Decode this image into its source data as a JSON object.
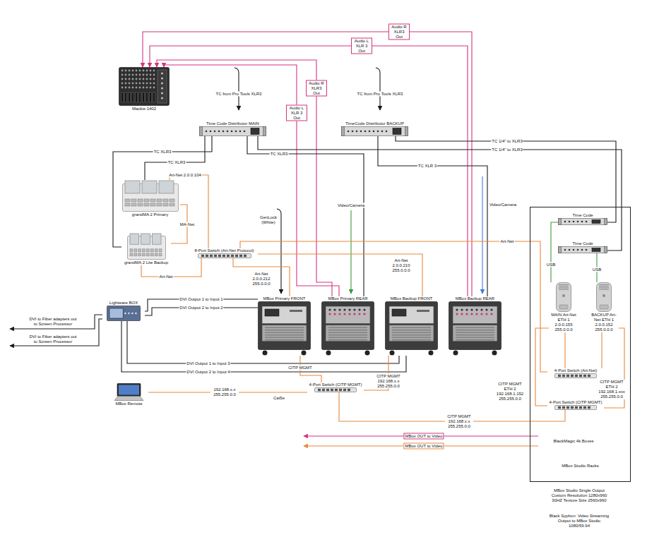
{
  "diagram": {
    "nodes": [
      {
        "text": [
          "Mackie 1402"
        ]
      },
      {
        "text": [
          "Time Code Distributor MAIN"
        ]
      },
      {
        "text": [
          "TimeCode Distributor BACKUP"
        ]
      },
      {
        "text": [
          "grandMA 2 Primary"
        ]
      },
      {
        "text": [
          "grandMA 2 Lite Backup"
        ]
      },
      {
        "text": [
          "8-Port Switch (Art-Net Protocol)"
        ]
      },
      {
        "text": [
          "Lightware BOX"
        ]
      },
      {
        "text": [
          "MBox Primary FRONT"
        ]
      },
      {
        "text": [
          "MBox Primary REAR"
        ]
      },
      {
        "text": [
          "MBox Backup FRONT"
        ]
      },
      {
        "text": [
          "MBox Backup REAR"
        ]
      },
      {
        "text": [
          "4-Port Switch (CITP MGMT)"
        ]
      },
      {
        "text": [
          "MBox Remote"
        ]
      },
      {
        "text": [
          "MBox Studio Racks"
        ]
      },
      {
        "text": [
          "Time Code"
        ],
        "in": 13
      },
      {
        "text": [
          "Time Code"
        ],
        "in": 13
      },
      {
        "text": [
          "MAIN Art-Net ETH 1 2.0.0.155 255.0.0.0"
        ],
        "in": 13
      },
      {
        "text": [
          "BACKUP Art-Net ETH 1 2.0.0.152 255.0.0.0"
        ],
        "in": 13
      },
      {
        "text": [
          "4-Port Switch (Art-Net)"
        ],
        "in": 13
      },
      {
        "text": [
          "4-Port Switch (CITP MGMT)"
        ],
        "in": 13
      }
    ],
    "edges": [
      {
        "from": 10,
        "to": 0,
        "label": "Audio R XLR3 Out",
        "arrow": "to"
      },
      {
        "from": 10,
        "to": 0,
        "label": "Audio L XLR 3 Out",
        "arrow": "to"
      },
      {
        "from": 8,
        "to": 0,
        "label": "Audio R XLR3 Out",
        "arrow": "to"
      },
      {
        "from": 8,
        "to": 0,
        "label": "Audio L XLR 3 Out",
        "arrow": "to"
      },
      {
        "from": 1,
        "to": 3,
        "label": "TC XLR3",
        "arrow": "none"
      },
      {
        "from": 1,
        "to": 4,
        "label": "TC XLR3",
        "arrow": "none"
      },
      {
        "from": 1,
        "to": 8,
        "label": "TC XLR3",
        "arrow": "none"
      },
      {
        "from": 2,
        "to": 10,
        "label": "TC XLR 3",
        "arrow": "none"
      },
      {
        "from": 2,
        "to": 14,
        "label": "TC 1/4\" to XLR3",
        "arrow": "none"
      },
      {
        "from": 1,
        "to": 15,
        "label": "TC 1/4\" to XLR3",
        "arrow": "none"
      },
      {
        "from": 3,
        "to": 5,
        "label": "Art-Net 2.0.0.104",
        "arrow": "none"
      },
      {
        "from": 3,
        "to": 4,
        "label": "MA-Net",
        "arrow": "none"
      },
      {
        "from": 4,
        "to": 5,
        "label": "Art-Net",
        "arrow": "none"
      },
      {
        "from": 5,
        "to": 7,
        "label": "Art-Net 2.0.0.212 255.0.0.0",
        "arrow": "none"
      },
      {
        "from": 5,
        "to": 9,
        "label": "Art-Net 2.0.0.210 255.0.0.0",
        "arrow": "none"
      },
      {
        "from": 5,
        "to": 18,
        "label": "Art-Net",
        "arrow": "none"
      },
      {
        "from": 6,
        "to": 7,
        "label": "DVI Output 1 to Input 1",
        "arrow": "none"
      },
      {
        "from": 6,
        "to": 7,
        "label": "DVI Output 2 to Input 2",
        "arrow": "none"
      },
      {
        "from": 6,
        "to": 9,
        "label": "DVI Output 1 to Input 3",
        "arrow": "none"
      },
      {
        "from": 6,
        "to": 9,
        "label": "DVI Output 2 to Input 4",
        "arrow": "none"
      },
      {
        "from": 7,
        "to": 11,
        "label": "CITP MGMT",
        "arrow": "none"
      },
      {
        "from": 9,
        "to": 11,
        "label": "CITP MGMT 192.168.x.x 255.255.0.0",
        "arrow": "none"
      },
      {
        "from": 12,
        "to": 11,
        "label": "192.168.x.x 255.255.0.0",
        "arrow": "none"
      },
      {
        "from": 11,
        "to": 19,
        "label": "CITP MGMT 192.168.x.x 255.255.0.0",
        "arrow": "none"
      },
      {
        "from": 14,
        "to": 16,
        "label": "USB",
        "arrow": "none"
      },
      {
        "from": 15,
        "to": 17,
        "label": "USB",
        "arrow": "none"
      },
      {
        "from": 16,
        "to": 18,
        "arrow": "none"
      },
      {
        "from": 17,
        "to": 18,
        "arrow": "none"
      },
      {
        "from": 16,
        "to": 19,
        "label": "CITP MGMT ETH 2 192.168.1.152 255.255.0.0",
        "arrow": "none"
      },
      {
        "from": 17,
        "to": 19,
        "label": "CITP MGMT ETH 2 192.168.1.xxx 255.255.0.0",
        "arrow": "none"
      }
    ],
    "labels": [
      "TC from Pro Tools XLR3",
      "TC from Pro Tools XLR3",
      "GenLock (White)",
      "Video/Camera",
      "Video/Camera",
      "DVI to Fiber adapters out to Screen Processor",
      "DVI to Fiber adapters out to Screen Processor",
      "Cat5e",
      "MBox OUT to Video",
      "MBox OUT to Video",
      "BlackMagic 4k Boxes",
      "MBox Studio Single Output Custom Resolution 1280x960 30HZ Texture Size 2560x960",
      "Black Syphon: Video Streaming Output to MBox Studio 1080/59.94"
    ]
  }
}
